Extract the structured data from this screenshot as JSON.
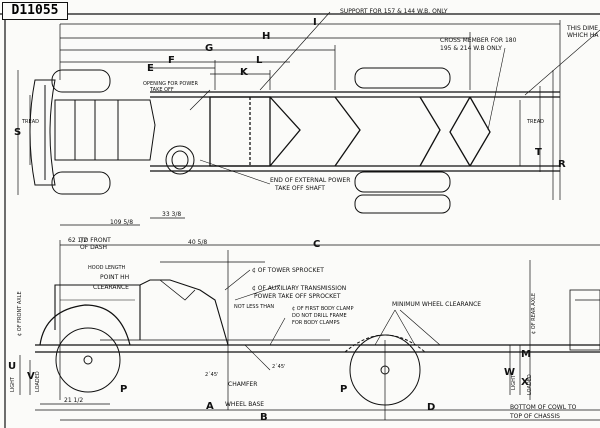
{
  "drawing_number": "D11055",
  "dims": {
    "I": "I",
    "H": "H",
    "G": "G",
    "F": "F",
    "E": "E",
    "K": "K",
    "L": "L",
    "S": "S",
    "T": "T",
    "R": "R",
    "C": "C",
    "A": "A",
    "B": "B",
    "D": "D",
    "M": "M",
    "W": "W",
    "X": "X",
    "U": "U",
    "V": "V",
    "P_front": "P",
    "P_rear": "P"
  },
  "plan_notes": {
    "support": "SUPPORT FOR 157 & 144 W.B. ONLY",
    "cross_member_1": "CROSS MEMBER FOR 180",
    "cross_member_2": "195 & 214 W.B ONLY",
    "right_edge_1": "THIS DIME",
    "right_edge_2": "WHICH HA",
    "opening_1": "OPENING FOR POWER",
    "opening_2": "TAKE OFF",
    "end_pto_1": "END OF EXTERNAL POWER",
    "end_pto_2": "TAKE OFF SHAFT",
    "tread_front": "TREAD",
    "tread_rear": "TREAD",
    "dim_109": "109 5/8",
    "dim_33": "33 3/8"
  },
  "side_notes": {
    "to_front_of_dash_1": "TO FRONT",
    "to_front_of_dash_2": "OF DASH",
    "hood_length": "HOOD LENGTH",
    "point_hh": "POINT HH",
    "clearance": "CLEARANCE",
    "tower_sprocket": "¢ OF TOWER SPROCKET",
    "aux_trans_1": "¢ OF AUXILIARY TRANSMISSION",
    "aux_trans_2": "POWER TAKE OFF SPROCKET",
    "min_wheel_clearance": "MINIMUM WHEEL CLEARANCE",
    "not_less_than": "NOT LESS THAN",
    "first_clamp_1": "¢ OF FIRST BODY CLAMP",
    "first_clamp_2": "DO NOT DRILL FRAME",
    "first_clamp_3": "FOR BODY CLAMPS",
    "front_axle": "¢ OF FRONT AXLE",
    "rear_axle": "¢ OF REAR AXLE",
    "light": "LIGHT",
    "loaded": "LOADED",
    "light_rear": "LIGHT",
    "loaded_rear": "LOADED",
    "chamfer": "CHAMFER",
    "wheel_base": "WHEEL BASE",
    "bottom_cowl_1": "BOTTOM OF COWL TO",
    "bottom_cowl_2": "TOP OF CHASSIS",
    "dim_21": "21 1/2",
    "dim_62": "62 1/2",
    "dim_40": "40 5/8",
    "dim_2145a": "2´45'",
    "dim_2145b": "2´45'"
  }
}
